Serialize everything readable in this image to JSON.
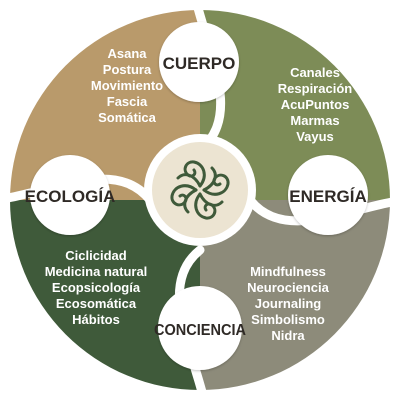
{
  "colors": {
    "cuerpo": "#b99a6b",
    "energia": "#7d8c57",
    "conciencia": "#8d8b7a",
    "ecologia": "#3f5a3a",
    "center_bg": "#ece4d2",
    "center_ring": "#ffffff",
    "badge_bg": "#ffffff",
    "ornament": "#3f5a3a"
  },
  "center": {
    "icon": "four-swirl-spiral-ornament-icon"
  },
  "segments": [
    {
      "key": "cuerpo",
      "title": "CUERPO",
      "items": [
        "Asana",
        "Postura",
        "Movimiento",
        "Fascia",
        "Somática"
      ]
    },
    {
      "key": "energia",
      "title": "ENERGÍA",
      "items": [
        "Canales",
        "Respiración",
        "AcuPuntos",
        "Marmas",
        "Vayus"
      ]
    },
    {
      "key": "conciencia",
      "title": "CONCIENCIA",
      "items": [
        "Mindfulness",
        "Neurociencia",
        "Journaling",
        "Simbolismo",
        "Nidra"
      ]
    },
    {
      "key": "ecologia",
      "title": "ECOLOGÍA",
      "items": [
        "Ciclicidad",
        "Medicina natural",
        "Ecopsicología",
        "Ecosomática",
        "Hábitos"
      ]
    }
  ]
}
